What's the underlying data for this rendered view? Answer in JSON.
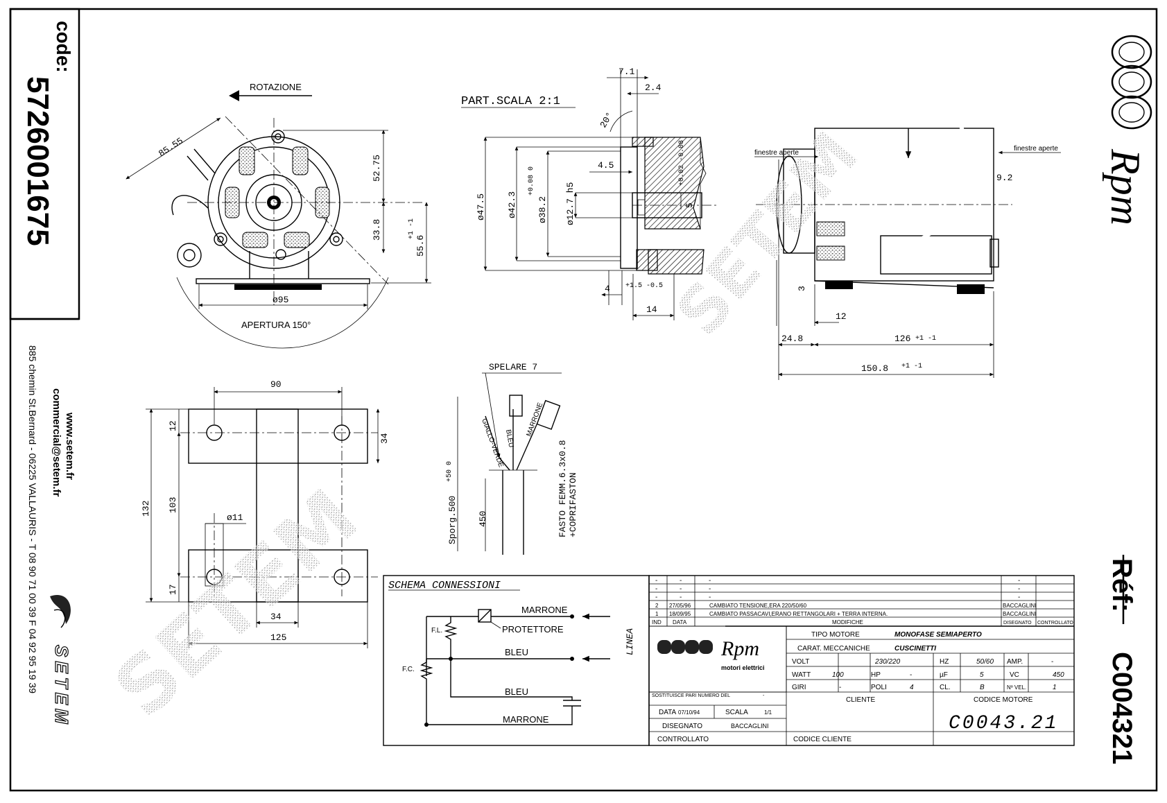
{
  "side_panel": {
    "code_label": "code:",
    "code_number": "5726001675",
    "website": "www.setem.fr",
    "email": "commercial@setem.fr",
    "address": "885 chemin St.Bernard - 06225 VALLAURIS - T 08 90 71 00 39  F 04 92 95 19 39",
    "logo_text": "SETEM"
  },
  "brand_logo": "Rpm",
  "reference": {
    "label": "Réf:",
    "value": "C004321"
  },
  "watermark": "SETEM",
  "front_view": {
    "rotation_label": "ROTAZIONE",
    "aperture_label": "APERTURA 150°",
    "dims": {
      "d1": "85.55",
      "d2": "52.75",
      "d3": "33.8",
      "d4": "55.6",
      "d4_tol": "+1 -1",
      "d5": "ø95"
    }
  },
  "detail_view": {
    "title": "PART.SCALA 2:1",
    "dims": {
      "a": "7.1",
      "b": "2.4",
      "angle": "20°",
      "c": "4.5",
      "e": "ø47.5",
      "f": "ø42.3",
      "g": "ø38.2",
      "g_tol": "+0.08 0",
      "h": "ø12.7 h5",
      "i": "5",
      "i_tol": "+0.02 -0.08",
      "j": "4",
      "j_tol": "+1.5 -0.5",
      "k": "14"
    }
  },
  "side_view": {
    "label_left": "finestre aperte",
    "label_right": "finestre aperte",
    "dims": {
      "a": "9.2",
      "b": "12",
      "c": "24.8",
      "d": "126",
      "d_tol": "+1 -1",
      "e": "150.8",
      "e_tol": "+1 -1",
      "f": "3"
    }
  },
  "bracket_view": {
    "dims": {
      "a": "90",
      "b": "12",
      "c": "34",
      "d": "132",
      "e": "103",
      "f": "ø11",
      "g": "17",
      "h": "34",
      "i": "125"
    }
  },
  "wire_view": {
    "title": "SPELARE 7",
    "wires": [
      "GIALLO-VERDE",
      "BLEU",
      "MARRONE"
    ],
    "connector": "FASTO FEMM.6.3x0.8",
    "connector2": "+COPRIFASTON",
    "sleeve": "Sporg.500",
    "sleeve_tol": "+50 0",
    "length": "450"
  },
  "schema": {
    "title": "SCHEMA CONNESSIONI",
    "labels": [
      "MARRONE",
      "PROTETTORE",
      "BLEU",
      "BLEU",
      "MARRONE"
    ],
    "fl": "F.L.",
    "fc": "F.C.",
    "linea": "LINEA"
  },
  "title_block": {
    "modif_rows": [
      {
        "n": "-",
        "date": "-",
        "desc": "-",
        "by": "-"
      },
      {
        "n": "-",
        "date": "-",
        "desc": "-",
        "by": "-"
      },
      {
        "n": "-",
        "date": "-",
        "desc": "-",
        "by": "-"
      },
      {
        "n": "2",
        "date": "27/05/96",
        "desc": "CAMBIATO TENSIONE,ERA 220/50/60",
        "by": "BACCAGLINI"
      },
      {
        "n": "1",
        "date": "18/09/95",
        "desc": "CAMBIATO PASSACAVI,ERANO RETTANGOLARI + TERRA INTERNA.",
        "by": "BACCAGLINI"
      }
    ],
    "hdr_ind": "IND",
    "hdr_date": "DATA",
    "hdr_modif": "MODIFICHE",
    "hdr_drawn": "DISEGNATO",
    "hdr_checked": "CONTROLLATO",
    "rpm": "Rpm",
    "rpm_sub": "motori elettrici",
    "tipo_label": "TIPO MOTORE",
    "tipo_value": "MONOFASE SEMIAPERTO",
    "carat_label": "CARAT. MECCANICHE",
    "carat_value": "CUSCINETTI",
    "volt_label": "VOLT",
    "volt_value": "230/220",
    "hz_label": "HZ",
    "hz_value": "50/60",
    "amp_label": "AMP.",
    "amp_value": "-",
    "watt_label": "WATT",
    "watt_value": "100",
    "hp_label": "HP",
    "hp_value": "-",
    "uf_label": "µF",
    "uf_value": "5",
    "vc_label": "VC",
    "vc_value": "450",
    "giri_label": "GIRI",
    "giri_value": "-",
    "poli_label": "POLI",
    "poli_value": "4",
    "cl_label": "CL.",
    "cl_value": "B",
    "nvel_label": "Nº VEL.",
    "nvel_value": "1",
    "sost_label": "SOSTITUISCE PARI NUMERO DEL",
    "sost_value": "-",
    "data_label": "DATA",
    "data_value": "07/10/94",
    "scala_label": "SCALA",
    "scala_value": "1/1",
    "disegnato_label": "DISEGNATO",
    "disegnato_value": "BACCAGLINI",
    "controllato_label": "CONTROLLATO",
    "cliente_label": "CLIENTE",
    "codice_cliente_label": "CODICE CLIENTE",
    "codice_motore_label": "CODICE MOTORE",
    "codice_motore_value": "C0043.21"
  }
}
